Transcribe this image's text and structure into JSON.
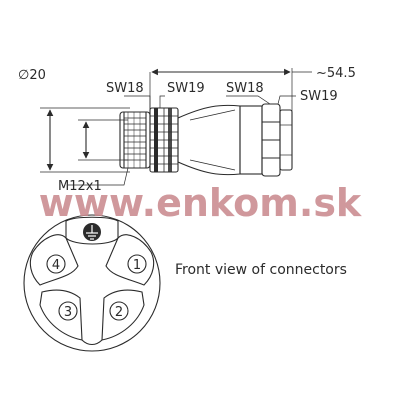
{
  "labels": {
    "diameter": "∅20",
    "sw18_left": "SW18",
    "sw19_top": "SW19",
    "sw18_right": "SW18",
    "sw19_right": "SW19",
    "length": "~54.5",
    "thread": "M12x1",
    "front_view": "Front view of connectors"
  },
  "watermark": "www.enkom.sk",
  "pins": [
    "1",
    "2",
    "3",
    "4"
  ],
  "colors": {
    "line": "#2b2b2b",
    "watermark": "#c98a8e",
    "background": "#ffffff"
  }
}
